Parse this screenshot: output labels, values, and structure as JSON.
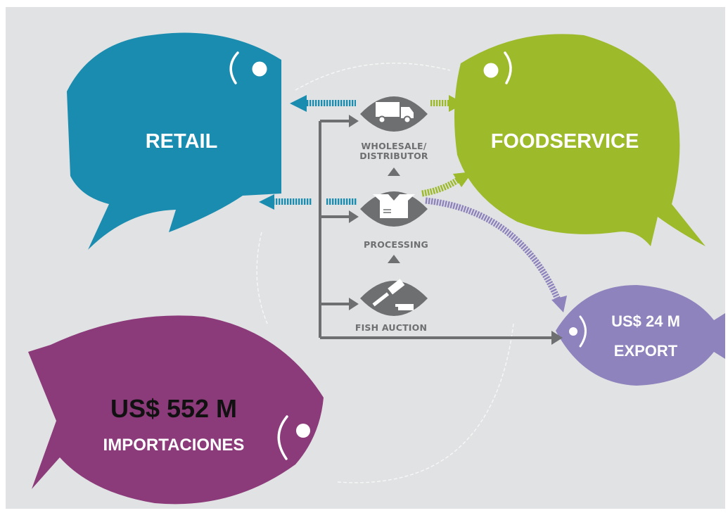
{
  "fish": {
    "retail": {
      "label": "RETAIL",
      "color": "#1a8cb0"
    },
    "foodservice": {
      "label": "FOODSERVICE",
      "color": "#9dba2b"
    },
    "imports": {
      "amount": "US$ 552 M",
      "label": "IMPORTACIONES",
      "color": "#8c3b7a"
    },
    "export": {
      "amount": "US$ 24 M",
      "label": "EXPORT",
      "color": "#8e83bd"
    }
  },
  "stages": [
    {
      "label_line1": "WHOLESALE/",
      "label_line2": "DISTRIBUTOR",
      "icon": "truck-icon"
    },
    {
      "label_line1": "PROCESSING",
      "icon": "box-icon"
    },
    {
      "label_line1": "FISH AUCTION",
      "icon": "gavel-icon"
    }
  ],
  "colors": {
    "background": "#e1e2e3",
    "stage_node": "#6d6f71",
    "flow_line": "#6d6f71",
    "retail_flow": "#1a8cb0",
    "foodservice_flow": "#9dba2b",
    "export_flow": "#8e83bd"
  }
}
